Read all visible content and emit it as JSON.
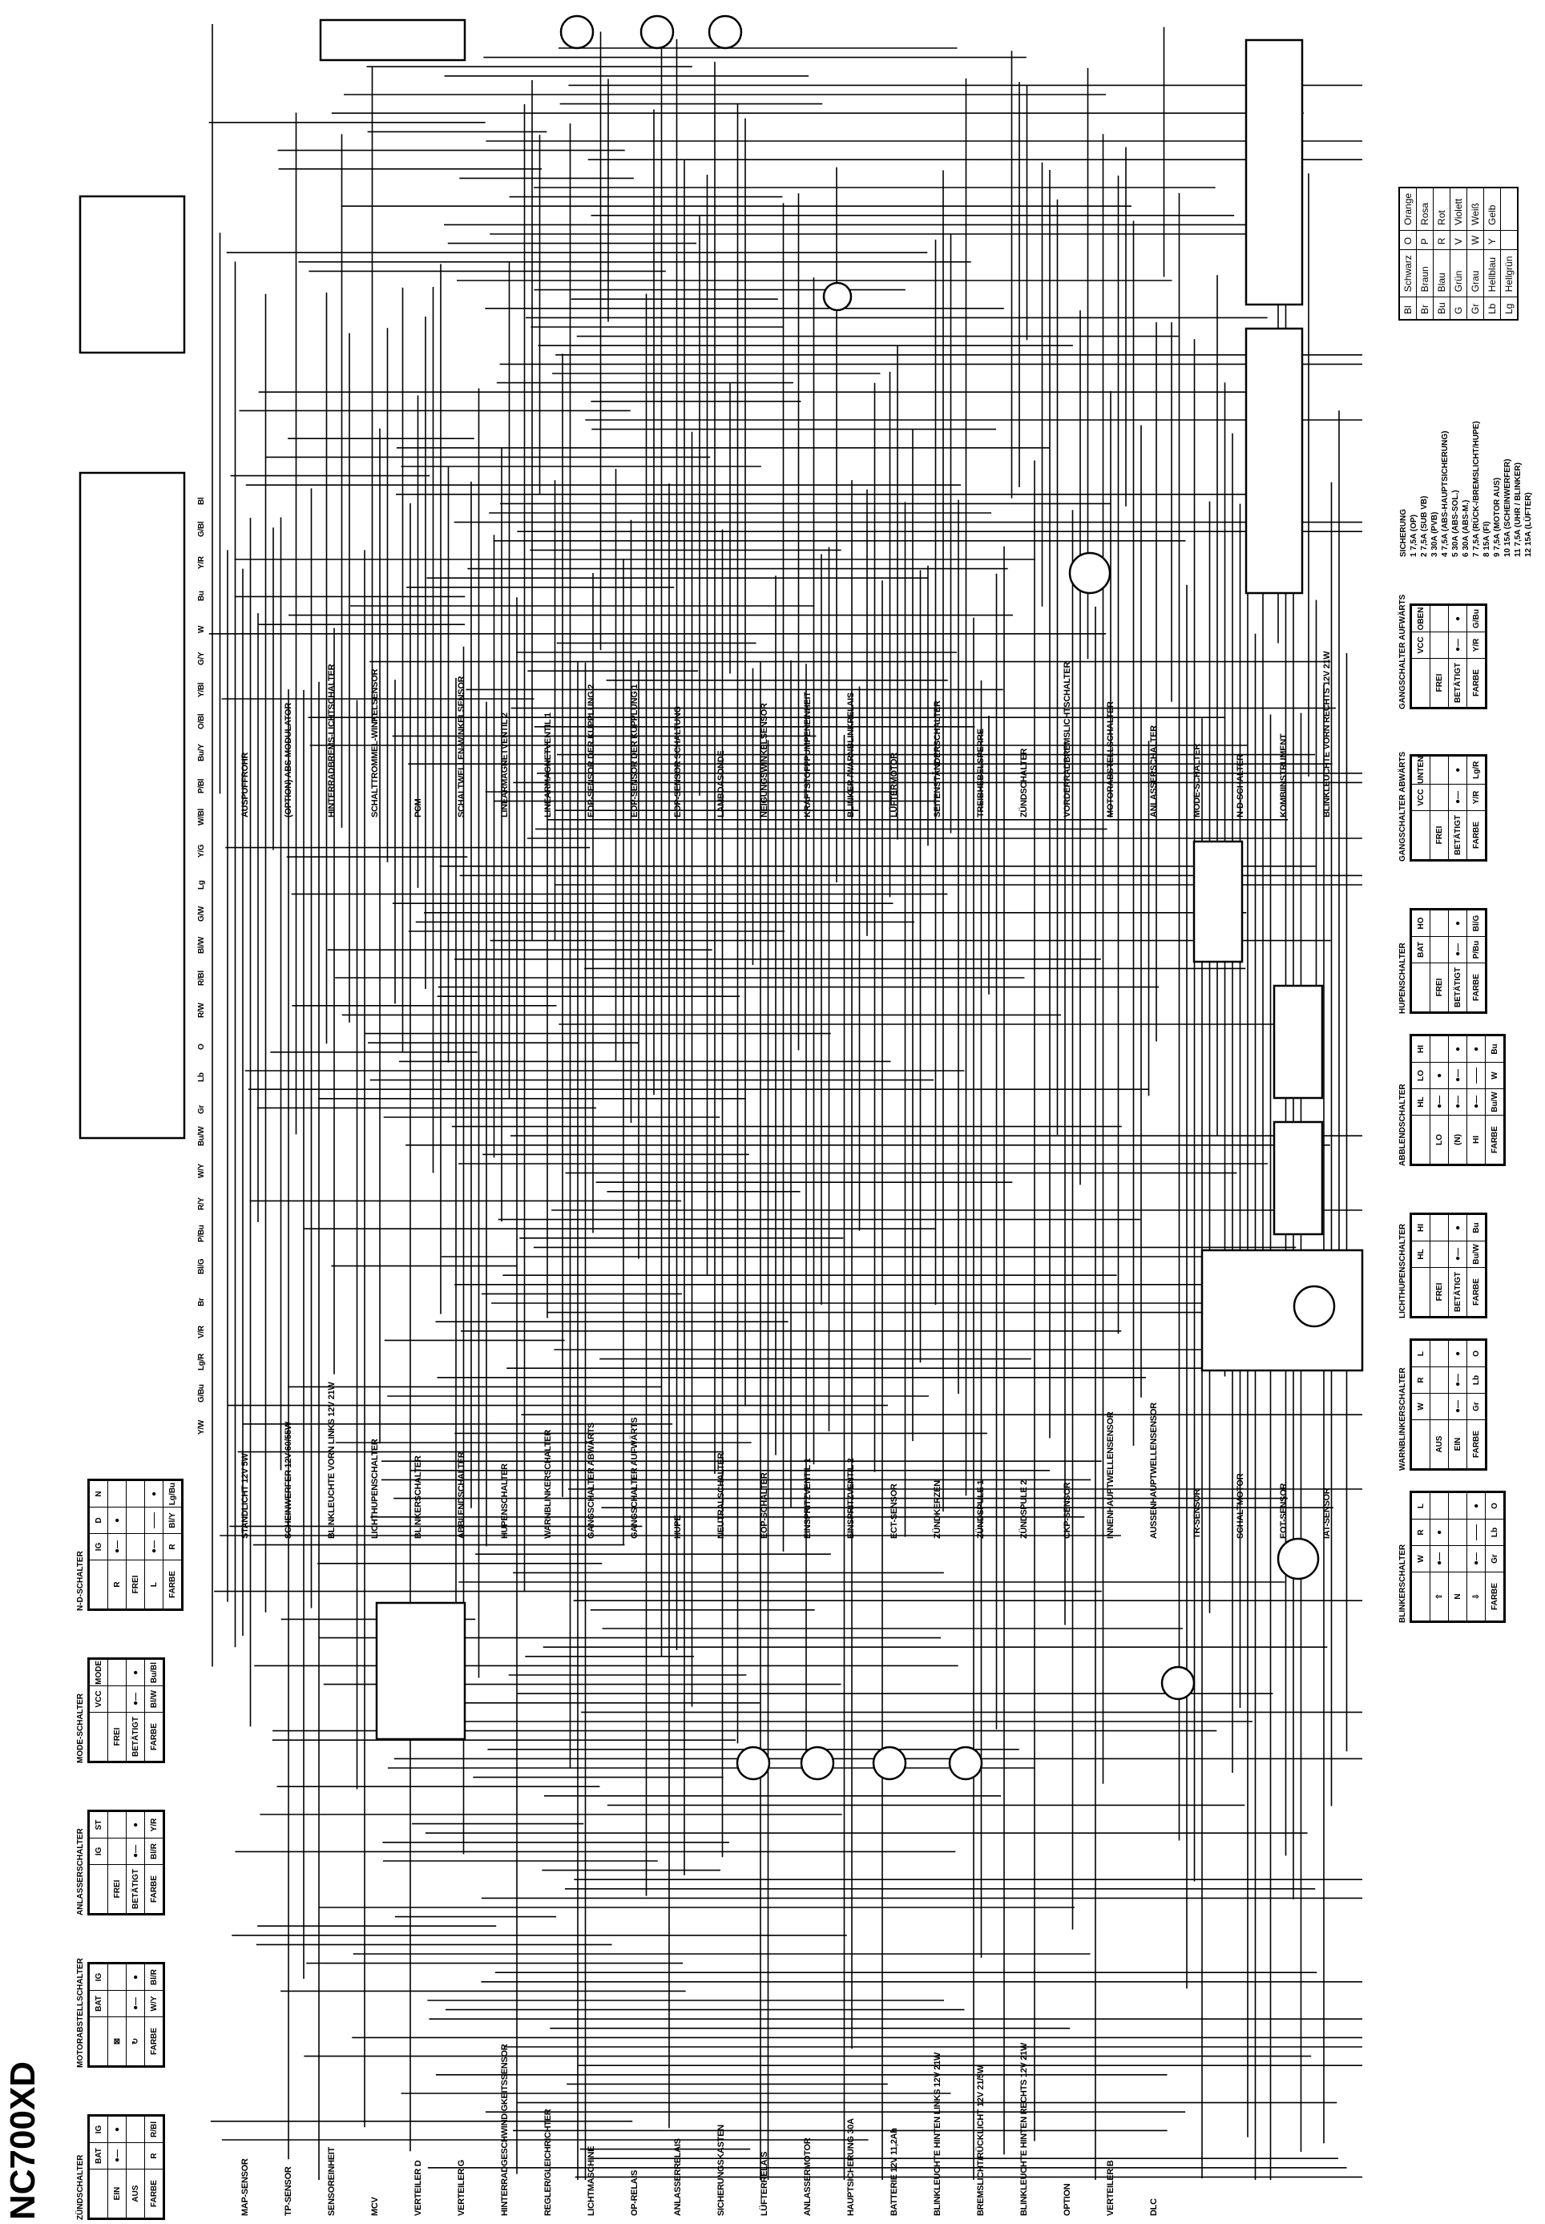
{
  "title": "NC700XD",
  "color_legend": {
    "rows": [
      {
        "code": "Bl",
        "name": "Schwarz",
        "code2": "O",
        "name2": "Orange"
      },
      {
        "code": "Br",
        "name": "Braun",
        "code2": "P",
        "name2": "Rosa"
      },
      {
        "code": "Bu",
        "name": "Blau",
        "code2": "R",
        "name2": "Rot"
      },
      {
        "code": "G",
        "name": "Grün",
        "code2": "V",
        "name2": "Violett"
      },
      {
        "code": "Gr",
        "name": "Grau",
        "code2": "W",
        "name2": "Weiß"
      },
      {
        "code": "Lb",
        "name": "Hellblau",
        "code2": "Y",
        "name2": "Gelb"
      },
      {
        "code": "Lg",
        "name": "Hellgrün",
        "code2": "",
        "name2": ""
      }
    ]
  },
  "fuses": {
    "heading": "SICHERUNG",
    "items": [
      "1  7,5A (OP)",
      "2  7,5A (SUB VB)",
      "3  30A (PVB)",
      "4  7,5A (ABS-HAUPTSICHERUNG)",
      "5  30A (ABS-SOL.)",
      "6  30A (ABS-M.)",
      "7  7,5A (RÜCK-/BREMSLICHT/HUPE)",
      "8  15A (FI)",
      "9  7,5A (MOTOR AUS)",
      "10  15A (SCHEINWERFER)",
      "11  7,5A (UHR / BLINKER)",
      "12  15A (LÜFTER)"
    ]
  },
  "components": [
    "AUSPUFFROHR",
    "(OPTION) ABS-MODULATOR",
    "HINTERRADBREMS-LICHTSCHALTER",
    "SCHALTTROMMEL-WINKELSENSOR",
    "PCM",
    "SCHALTWELLEN-WINKELSENSOR",
    "LINEARMAGNETVENTIL 2",
    "LINEARMAGNETVENTIL 1",
    "EOP-SENSOR DER KUPPLUNG 2",
    "EOP-SENSOR DER KUPPLUNG 1",
    "EOP-SENSOR SCHALTUNG",
    "LAMBDASONDE",
    "NEIGUNGSWINKELSENSOR",
    "KRAFTSTOFFPUMPENEINHEIT",
    "BLINKER-/WARNBLINKRELAIS",
    "LÜFTERMOTOR",
    "SEITENSTÄNDERSCHALTER",
    "TREIBHEBELSPERRE",
    "ZÜNDSCHALTER",
    "VORDERRADBREMSLICHTSCHALTER",
    "MOTORABSTELLSCHALTER",
    "ANLASSERSCHALTER",
    "MODE-SCHALTER",
    "N-D-SCHALTER",
    "KOMBIINSTRUMENT",
    "BLINKLEUCHTE VORN RECHTS 12V 21W",
    "STANDLICHT 12V 5W",
    "SCHEINWERFER 12V 60/55W",
    "BLINKLEUCHTE VORN LINKS 12V 21W",
    "LICHTHUPENSCHALTER",
    "BLINKERSCHALTER",
    "ABBLENDSCHALTER",
    "HUPENSCHALTER",
    "WARNBLINKERSCHALTER",
    "GANGSCHALTER ABWÄRTS",
    "GANGSCHALTER AUFWÄRTS",
    "HUPE",
    "NEUTRALSCHALTER",
    "EOP-SCHALTER",
    "EINSPRITZVENTIL 1",
    "EINSPRITZVENTIL 2",
    "ECT-SENSOR",
    "ZÜNDKERZEN",
    "ZÜNDSPULE 1",
    "ZÜNDSPULE 2",
    "CKP-SENSOR",
    "INNENHAUPTWELLENSENSOR",
    "AUSSENHAUPTWELLENSENSOR",
    "TR-SENSOR",
    "SCHALTMOTOR",
    "EOT-SENSOR",
    "IAT-SENSOR",
    "MAP-SENSOR",
    "TP-SENSOR",
    "SENSOREINHEIT",
    "MCV",
    "VERTEILER D",
    "VERTEILER G",
    "HINTERRADGESCHWINDIGKEITSSENSOR",
    "REGLER/GLEICHRICHTER",
    "LICHTMASCHINE",
    "OP-RELAIS",
    "ANLASSERRELAIS",
    "SICHERUNGSKASTEN",
    "LÜFTERRELAIS",
    "ANLASSERMOTOR",
    "HAUPTSICHERUNG 30A",
    "BATTERIE 12V 11,2Ah",
    "BLINKLEUCHTE HINTEN LINKS 12V 21W",
    "BREMSLICHT/RÜCKLICHT 12V 21/5W",
    "BLINKLEUCHTE HINTEN RECHTS 12V 21W",
    "OPTION",
    "VERTEILER B",
    "DLC"
  ],
  "wire_labels": [
    "Bl",
    "G/Bl",
    "Y/R",
    "Bu",
    "W",
    "G/Y",
    "Y/Bl",
    "O/Bl",
    "Bu/Y",
    "P/Bl",
    "W/Bl",
    "Y/G",
    "Lg",
    "G/W",
    "Bl/W",
    "R/Bl",
    "R/W",
    "O",
    "Lb",
    "Gr",
    "Bu/W",
    "W/Y",
    "R/Y",
    "P/Bu",
    "Bl/G",
    "Br",
    "V/R",
    "Lg/R",
    "G/Bu",
    "Y/W"
  ],
  "switch_tables": [
    {
      "title": "ZÜNDSCHALTER",
      "headers": [
        "",
        "BAT",
        "IG"
      ],
      "rows": [
        [
          "EIN",
          "●—",
          "●"
        ],
        [
          "AUS",
          "",
          ""
        ],
        [
          "FARBE",
          "R",
          "R/Bl"
        ]
      ]
    },
    {
      "title": "MOTORABSTELLSCHALTER",
      "headers": [
        "",
        "BAT",
        "IG"
      ],
      "rows": [
        [
          "⊠",
          "",
          ""
        ],
        [
          "↻",
          "●—",
          "●"
        ],
        [
          "FARBE",
          "W/Y",
          "Bl/R"
        ]
      ]
    },
    {
      "title": "ANLASSERSCHALTER",
      "headers": [
        "",
        "IG",
        "ST"
      ],
      "rows": [
        [
          "FREI",
          "",
          ""
        ],
        [
          "BETÄTIGT",
          "●—",
          "●"
        ],
        [
          "FARBE",
          "Bl/R",
          "Y/R"
        ]
      ]
    },
    {
      "title": "MODE-SCHALTER",
      "headers": [
        "",
        "VCC",
        "MODE"
      ],
      "rows": [
        [
          "FREI",
          "",
          ""
        ],
        [
          "BETÄTIGT",
          "●—",
          "●"
        ],
        [
          "FARBE",
          "Bl/W",
          "Bu/Bl"
        ]
      ]
    },
    {
      "title": "N-D-SCHALTER",
      "headers": [
        "",
        "IG",
        "D",
        "N"
      ],
      "rows": [
        [
          "R",
          "●—",
          "●",
          ""
        ],
        [
          "FREI",
          "",
          "",
          ""
        ],
        [
          "L",
          "●—",
          "——",
          "●"
        ],
        [
          "FARBE",
          "R",
          "Bl/Y",
          "Lg/Bu"
        ]
      ]
    },
    {
      "title": "GANGSCHALTER AUFWÄRTS",
      "headers": [
        "",
        "VCC",
        "OBEN"
      ],
      "rows": [
        [
          "FREI",
          "",
          ""
        ],
        [
          "BETÄTIGT",
          "●—",
          "●"
        ],
        [
          "FARBE",
          "Y/R",
          "G/Bu"
        ]
      ]
    },
    {
      "title": "GANGSCHALTER ABWÄRTS",
      "headers": [
        "",
        "VCC",
        "UNTEN"
      ],
      "rows": [
        [
          "FREI",
          "",
          ""
        ],
        [
          "BETÄTIGT",
          "●—",
          "●"
        ],
        [
          "FARBE",
          "Y/R",
          "Lg/R"
        ]
      ]
    },
    {
      "title": "HUPENSCHALTER",
      "headers": [
        "",
        "BAT",
        "HO"
      ],
      "rows": [
        [
          "FREI",
          "",
          ""
        ],
        [
          "BETÄTIGT",
          "●—",
          "●"
        ],
        [
          "FARBE",
          "P/Bu",
          "Bl/G"
        ]
      ]
    },
    {
      "title": "ABBLENDSCHALTER",
      "headers": [
        "",
        "HL",
        "LO",
        "HI"
      ],
      "rows": [
        [
          "LO",
          "●—",
          "●",
          ""
        ],
        [
          "(N)",
          "●—",
          "●—",
          "●"
        ],
        [
          "HI",
          "●—",
          "——",
          "●"
        ],
        [
          "FARBE",
          "Bu/W",
          "W",
          "Bu"
        ]
      ]
    },
    {
      "title": "LICHTHUPENSCHALTER",
      "headers": [
        "",
        "HL",
        "HI"
      ],
      "rows": [
        [
          "FREI",
          "",
          ""
        ],
        [
          "BETÄTIGT",
          "●—",
          "●"
        ],
        [
          "FARBE",
          "Bu/W",
          "Bu"
        ]
      ]
    },
    {
      "title": "WARNBLINKERSCHALTER",
      "headers": [
        "",
        "W",
        "R",
        "L"
      ],
      "rows": [
        [
          "AUS",
          "",
          "",
          ""
        ],
        [
          "EIN",
          "●—",
          "●—",
          "●"
        ],
        [
          "FARBE",
          "Gr",
          "Lb",
          "O"
        ]
      ]
    },
    {
      "title": "BLINKERSCHALTER",
      "headers": [
        "",
        "W",
        "R",
        "L"
      ],
      "rows": [
        [
          "⇧",
          "●—",
          "●",
          ""
        ],
        [
          "N",
          "",
          "",
          ""
        ],
        [
          "⇩",
          "●—",
          "——",
          "●"
        ],
        [
          "FARBE",
          "Gr",
          "Lb",
          "O"
        ]
      ]
    }
  ]
}
